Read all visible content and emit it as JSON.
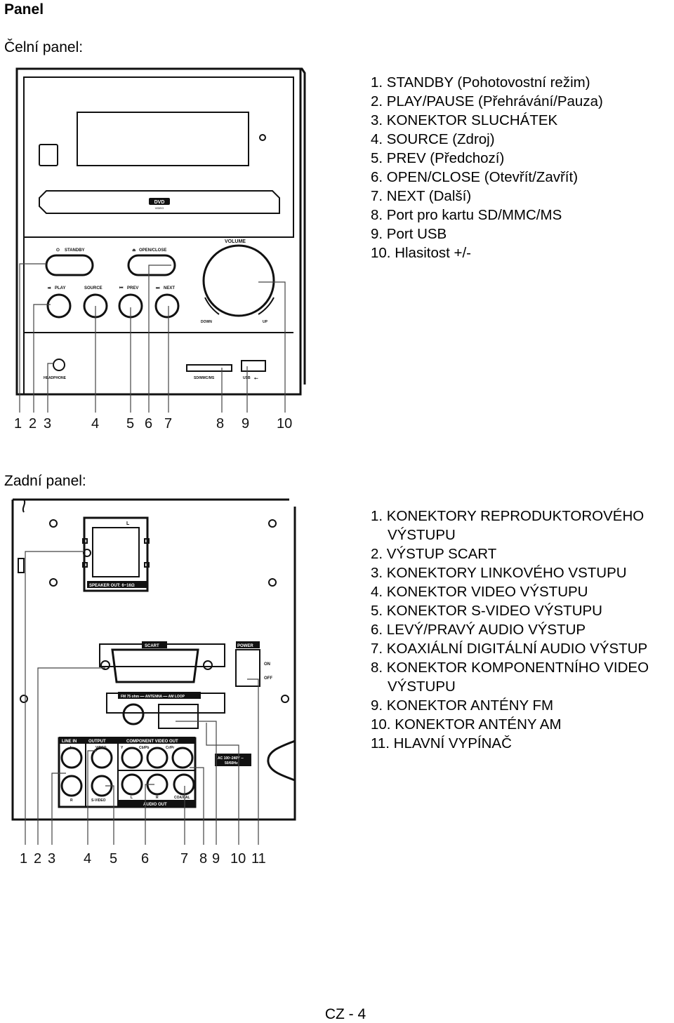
{
  "title": "Panel",
  "front": {
    "heading": "Čelní panel:",
    "items": [
      "1. STANDBY (Pohotovostní režim)",
      "2. PLAY/PAUSE (Přehrávání/Pauza)",
      "3. KONEKTOR SLUCHÁTEK",
      "4. SOURCE (Zdroj)",
      "5. PREV (Předchozí)",
      "6. OPEN/CLOSE (Otevřít/Zavřít)",
      "7. NEXT (Další)",
      "8. Port pro kartu SD/MMC/MS",
      "9. Port USB",
      "10. Hlasitost +/-"
    ],
    "device_labels": {
      "dvd": "DVD",
      "video": "VIDEO",
      "standby": "STANDBY",
      "open_close": "OPEN/CLOSE",
      "volume": "VOLUME",
      "play": "PLAY",
      "source": "SOURCE",
      "prev": "PREV",
      "next": "NEXT",
      "down": "DOWN",
      "up": "UP",
      "headphone": "HEADPHONE",
      "sd": "SD/MMC/MS",
      "usb": "USB"
    },
    "callouts": [
      "1",
      "2",
      "3",
      "4",
      "5",
      "6",
      "7",
      "8",
      "9",
      "10"
    ]
  },
  "rear": {
    "heading": "Zadní panel:",
    "items": [
      "1. KONEKTORY REPRODUKTOROVÉHO VÝSTUPU",
      "2. VÝSTUP SCART",
      "3. KONEKTORY LINKOVÉHO VSTUPU",
      "4. KONEKTOR VIDEO VÝSTUPU",
      "5. KONEKTOR S-VIDEO VÝSTUPU",
      "6. LEVÝ/PRAVÝ AUDIO VÝSTUP",
      "7. KOAXIÁLNÍ DIGITÁLNÍ AUDIO VÝSTUP",
      "8. KONEKTOR KOMPONENTNÍHO VIDEO VÝSTUPU",
      "9. KONEKTOR ANTÉNY FM",
      "10. KONEKTOR ANTÉNY AM",
      "11. HLAVNÍ VYPÍNAČ"
    ],
    "device_labels": {
      "l": "L",
      "speaker_out": "SPEAKER OUT: 6~16Ω",
      "scart": "SCART",
      "power": "POWER",
      "on": "ON",
      "off": "OFF",
      "antenna": "FM 75 ohm ━━ ANTENNA ━━ AM LOOP",
      "line_in": "LINE IN",
      "output": "OUTPUT",
      "component": "COMPONENT VIDEO OUT",
      "line_l": "L",
      "video": "VIDEO",
      "y": "Y",
      "cb": "Cb/Pb",
      "cr": "Cr/Pr",
      "line_r": "R",
      "svideo": "S-VIDEO",
      "audio_l": "L",
      "audio_r": "R",
      "coaxial": "COAXIAL",
      "audio_out": "AUDIO OUT",
      "ac": "AC 100~240V ∼",
      "hz": "50/60Hz"
    },
    "callouts": [
      "1",
      "2",
      "3",
      "4",
      "5",
      "6",
      "7",
      "8",
      "9",
      "10",
      "11"
    ]
  },
  "footer": "CZ - 4"
}
